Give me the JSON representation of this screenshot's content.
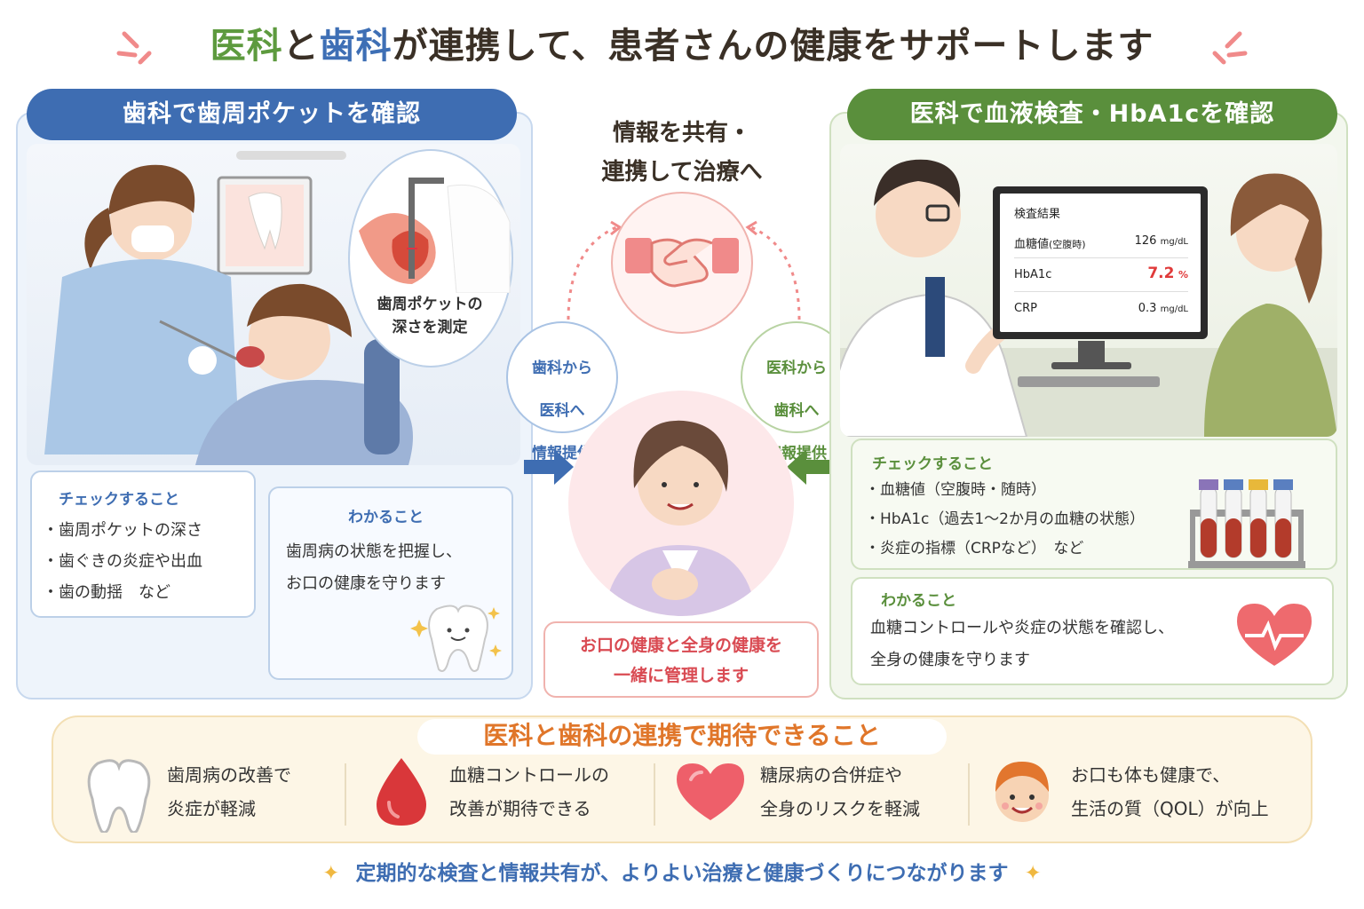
{
  "title": {
    "part1": "医科",
    "part2": "と",
    "part3": "歯科",
    "part4": "が連携して、患者さんの健康をサポートします"
  },
  "left_panel": {
    "header": "歯科で歯周ポケットを確認",
    "bubble_caption_line1": "歯周ポケットの",
    "bubble_caption_line2": "深さを測定",
    "check_title": "チェックすること",
    "check_items": [
      "・歯周ポケットの深さ",
      "・歯ぐきの炎症や出血",
      "・歯の動揺　など"
    ],
    "know_title": "わかること",
    "know_line1": "歯周病の状態を把握し、",
    "know_line2": "お口の健康を守ります"
  },
  "center": {
    "title_line1": "情報を共有・",
    "title_line2": "連携して治療へ",
    "from_dental": [
      "歯科から",
      "医科へ",
      "情報提供"
    ],
    "from_medical": [
      "医科から",
      "歯科へ",
      "情報提供"
    ],
    "message_line1": "お口の健康と全身の健康を",
    "message_line2": "一緒に管理します"
  },
  "right_panel": {
    "header": "医科で血液検査・HbA1cを確認",
    "monitor": {
      "title": "検査結果",
      "rows": [
        {
          "label": "血糖値",
          "sub": "(空腹時)",
          "value": "126",
          "unit": "mg/dL"
        },
        {
          "label": "HbA1c",
          "sub": "",
          "value": "7.2",
          "unit": "%"
        },
        {
          "label": "CRP",
          "sub": "",
          "value": "0.3",
          "unit": "mg/dL"
        }
      ]
    },
    "check_title": "チェックすること",
    "check_items": [
      "・血糖値（空腹時・随時）",
      "・HbA1c（過去1〜2か月の血糖の状態）",
      "・炎症の指標（CRPなど）　など"
    ],
    "know_title": "わかること",
    "know_line1": "血糖コントロールや炎症の状態を確認し、",
    "know_line2": "全身の健康を守ります"
  },
  "bottom": {
    "title": "医科と歯科の連携で期待できること",
    "benefits": [
      {
        "icon": "tooth-icon",
        "line1": "歯周病の改善で",
        "line2": "炎症が軽減"
      },
      {
        "icon": "blood-drop-icon",
        "line1": "血糖コントロールの",
        "line2": "改善が期待できる"
      },
      {
        "icon": "heart-icon",
        "line1": "糖尿病の合併症や",
        "line2": "全身のリスクを軽減"
      },
      {
        "icon": "smiling-face-icon",
        "line1": "お口も体も健康で、",
        "line2": "生活の質（QOL）が向上"
      }
    ]
  },
  "footer": "定期的な検査と情報共有が、よりよい治療と健康づくりにつながります",
  "colors": {
    "dental_blue": "#3e6db2",
    "medical_green": "#5a8f3c",
    "accent_orange": "#e0762a",
    "accent_red": "#d94a52",
    "hba1c_red": "#e03a3a"
  }
}
